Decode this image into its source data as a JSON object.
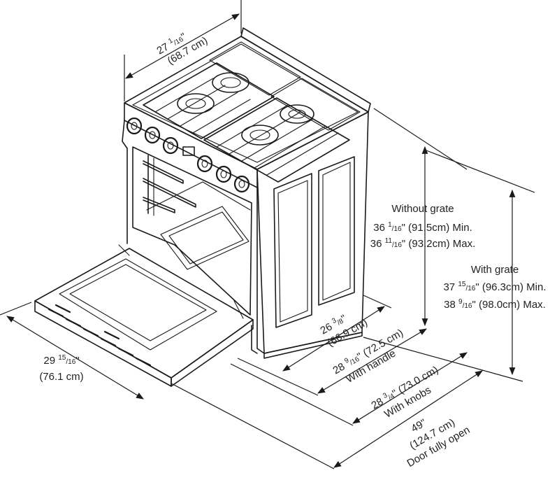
{
  "dimensions": {
    "top_width": {
      "whole": "27",
      "num": "1",
      "den": "16",
      "inch": "\"",
      "metric": "(68.7 cm)"
    },
    "front_depth": {
      "whole": "29",
      "num": "15",
      "den": "16",
      "inch": "\"",
      "metric": "(76.1 cm)"
    },
    "without_grate": {
      "title": "Without grate",
      "min_whole": "36",
      "min_num": "1",
      "min_den": "16",
      "min_rest": "\" (91.5cm) Min.",
      "max_whole": "36",
      "max_num": "11",
      "max_den": "16",
      "max_rest": "\" (93.2cm) Max."
    },
    "with_grate": {
      "title": "With grate",
      "min_whole": "37",
      "min_num": "15",
      "min_den": "16",
      "min_rest": "\" (96.3cm) Min.",
      "max_whole": "38",
      "max_num": "9",
      "max_den": "16",
      "max_rest": "\" (98.0cm) Max."
    },
    "side_depth": {
      "whole": "26",
      "num": "3",
      "den": "8",
      "inch": "\"",
      "metric": "(66.9 cm)"
    },
    "with_handle": {
      "whole": "28",
      "num": "9",
      "den": "16",
      "rest": "\" (72.5 cm)",
      "caption": "With handle"
    },
    "with_knobs": {
      "whole": "28",
      "num": "3",
      "den": "4",
      "rest": "\" (73.0 cm)",
      "caption": "With knobs"
    },
    "door_open": {
      "whole": "49",
      "inch": "\"",
      "metric": "(124.7 cm)",
      "caption": "Door fully open"
    }
  }
}
